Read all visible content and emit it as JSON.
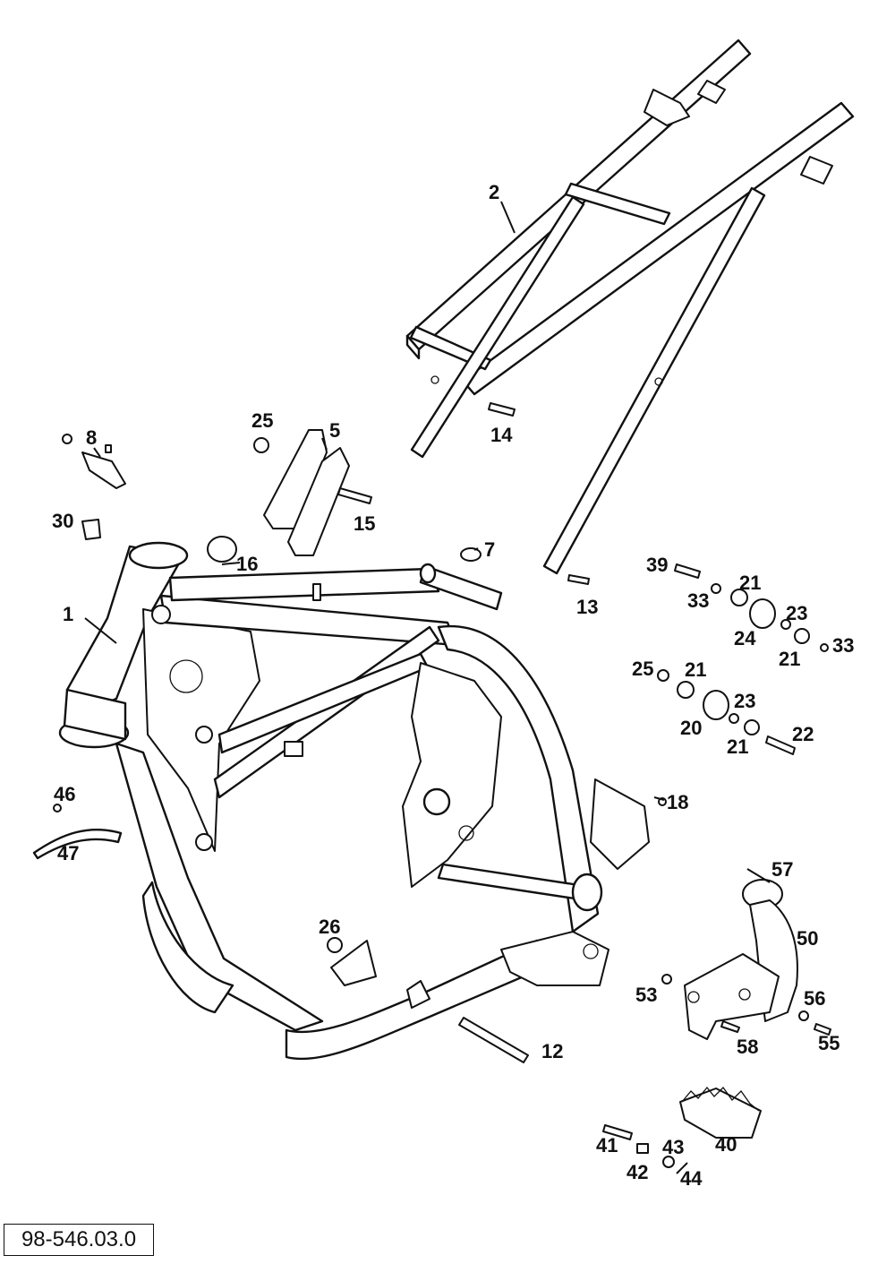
{
  "document_code": "98-546.03.0",
  "callouts": [
    {
      "id": "c1",
      "text": "1"
    },
    {
      "id": "c2",
      "text": "2"
    },
    {
      "id": "c5",
      "text": "5"
    },
    {
      "id": "c7",
      "text": "7"
    },
    {
      "id": "c8",
      "text": "8"
    },
    {
      "id": "c12",
      "text": "12"
    },
    {
      "id": "c13",
      "text": "13"
    },
    {
      "id": "c14",
      "text": "14"
    },
    {
      "id": "c15",
      "text": "15"
    },
    {
      "id": "c16",
      "text": "16"
    },
    {
      "id": "c18",
      "text": "18"
    },
    {
      "id": "c20",
      "text": "20"
    },
    {
      "id": "c21a",
      "text": "21"
    },
    {
      "id": "c21b",
      "text": "21"
    },
    {
      "id": "c21c",
      "text": "21"
    },
    {
      "id": "c21d",
      "text": "21"
    },
    {
      "id": "c22",
      "text": "22"
    },
    {
      "id": "c23a",
      "text": "23"
    },
    {
      "id": "c23b",
      "text": "23"
    },
    {
      "id": "c24",
      "text": "24"
    },
    {
      "id": "c25a",
      "text": "25"
    },
    {
      "id": "c25b",
      "text": "25"
    },
    {
      "id": "c26",
      "text": "26"
    },
    {
      "id": "c30",
      "text": "30"
    },
    {
      "id": "c33a",
      "text": "33"
    },
    {
      "id": "c33b",
      "text": "33"
    },
    {
      "id": "c39",
      "text": "39"
    },
    {
      "id": "c40",
      "text": "40"
    },
    {
      "id": "c41",
      "text": "41"
    },
    {
      "id": "c42",
      "text": "42"
    },
    {
      "id": "c43",
      "text": "43"
    },
    {
      "id": "c44",
      "text": "44"
    },
    {
      "id": "c46",
      "text": "46"
    },
    {
      "id": "c47",
      "text": "47"
    },
    {
      "id": "c50",
      "text": "50"
    },
    {
      "id": "c53",
      "text": "53"
    },
    {
      "id": "c55",
      "text": "55"
    },
    {
      "id": "c56",
      "text": "56"
    },
    {
      "id": "c57",
      "text": "57"
    },
    {
      "id": "c58",
      "text": "58"
    }
  ]
}
